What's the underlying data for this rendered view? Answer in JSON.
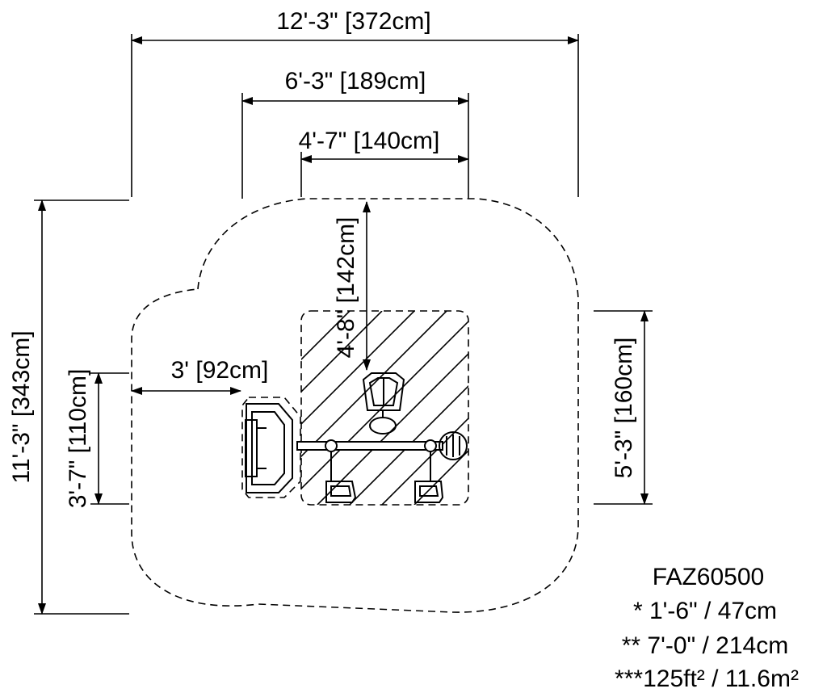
{
  "dimensions": {
    "total_width": "12'-3\" [372cm]",
    "upper_width": "6'-3\" [189cm]",
    "inner_width": "4'-7\" [140cm]",
    "total_height": "11'-3\" [343cm]",
    "upper_depth": "4'-8\" [142cm]",
    "right_height": "5'-3\" [160cm]",
    "left_clearance": "3' [92cm]",
    "left_height": "3'-7\" [110cm]"
  },
  "specs": {
    "model": "FAZ60500",
    "fall_height": "* 1'-6\" / 47cm",
    "free_height": "** 7'-0\" / 214cm",
    "area": "***125ft² / 11.6m²"
  }
}
